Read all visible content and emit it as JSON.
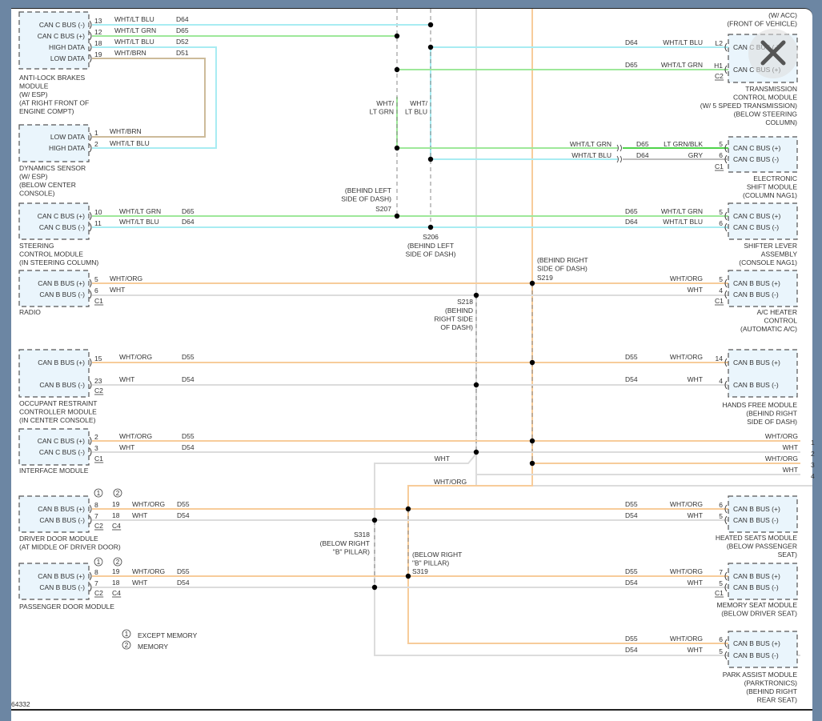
{
  "diagram_id": "64332",
  "legend": [
    {
      "mark": "1",
      "text": "EXCEPT MEMORY"
    },
    {
      "mark": "2",
      "text": "MEMORY"
    }
  ],
  "wire_colors": {
    "WHT/LT BLU": "#a8ecf2",
    "WHT/LT GRN": "#9ee89a",
    "WHT/BRN": "#cdbb9a",
    "WHT/ORG": "#f7cc9a",
    "WHT": "#dcdcdc",
    "LT GRN/BLK": "#4fd34a",
    "GRY": "#bdbdbd"
  },
  "modules_left": [
    {
      "id": "abs",
      "name": [
        "ANTI-LOCK BRAKES",
        "MODULE",
        "(W/ ESP)",
        "(AT RIGHT FRONT OF",
        "ENGINE COMPT)"
      ],
      "pins": [
        {
          "label": "CAN C BUS (-)",
          "pin": "13",
          "wire": "WHT/LT BLU",
          "circuit": "D64"
        },
        {
          "label": "CAN C BUS (+)",
          "pin": "12",
          "wire": "WHT/LT GRN",
          "circuit": "D65"
        },
        {
          "label": "HIGH DATA",
          "pin": "18",
          "wire": "WHT/LT BLU",
          "circuit": "D52"
        },
        {
          "label": "LOW DATA",
          "pin": "19",
          "wire": "WHT/BRN",
          "circuit": "D51"
        }
      ]
    },
    {
      "id": "dyn",
      "name": [
        "DYNAMICS SENSOR",
        "(W/ ESP)",
        "(BELOW CENTER",
        "CONSOLE)"
      ],
      "pins": [
        {
          "label": "LOW DATA",
          "pin": "1",
          "wire": "WHT/BRN",
          "circuit": ""
        },
        {
          "label": "HIGH DATA",
          "pin": "2",
          "wire": "WHT/LT BLU",
          "circuit": ""
        }
      ]
    },
    {
      "id": "scm",
      "name": [
        "STEERING",
        "CONTROL MODULE",
        "(IN STEERING COLUMN)"
      ],
      "pins": [
        {
          "label": "CAN C BUS (+)",
          "pin": "10",
          "wire": "WHT/LT GRN",
          "circuit": "D65"
        },
        {
          "label": "CAN C BUS (-)",
          "pin": "11",
          "wire": "WHT/LT BLU",
          "circuit": "D64"
        }
      ]
    },
    {
      "id": "radio",
      "name": [
        "RADIO"
      ],
      "connector": "C1",
      "pins": [
        {
          "label": "CAN B BUS (+)",
          "pin": "5",
          "wire": "WHT/ORG",
          "circuit": ""
        },
        {
          "label": "CAN B BUS (-)",
          "pin": "6",
          "wire": "WHT",
          "circuit": ""
        }
      ]
    },
    {
      "id": "orc",
      "name": [
        "OCCUPANT RESTRAINT",
        "CONTROLLER MODULE",
        "(IN CENTER CONSOLE)"
      ],
      "connector": "C2",
      "pins": [
        {
          "label": "CAN B BUS (+)",
          "pin": "15",
          "wire": "WHT/ORG",
          "circuit": "D55"
        },
        {
          "label": "CAN B BUS (-)",
          "pin": "23",
          "wire": "WHT",
          "circuit": "D54"
        }
      ]
    },
    {
      "id": "ifm",
      "name": [
        "INTERFACE MODULE"
      ],
      "connector": "C1",
      "pins": [
        {
          "label": "CAN C BUS (+)",
          "pin": "2",
          "wire": "WHT/ORG",
          "circuit": "D55"
        },
        {
          "label": "CAN C BUS (-)",
          "pin": "3",
          "wire": "WHT",
          "circuit": "D54"
        }
      ]
    },
    {
      "id": "ddm",
      "name": [
        "DRIVER DOOR MODULE",
        "(AT MIDDLE OF DRIVER DOOR)"
      ],
      "connector": "C2",
      "connector2": "C4",
      "pins": [
        {
          "label": "CAN B BUS (+)",
          "pin": "8",
          "pin2": "19",
          "wire": "WHT/ORG",
          "circuit": "D55"
        },
        {
          "label": "CAN B BUS (-)",
          "pin": "7",
          "pin2": "18",
          "wire": "WHT",
          "circuit": "D54"
        }
      ]
    },
    {
      "id": "pdm",
      "name": [
        "PASSENGER DOOR MODULE"
      ],
      "connector": "C2",
      "connector2": "C4",
      "pins": [
        {
          "label": "CAN B BUS (+)",
          "pin": "8",
          "pin2": "19",
          "wire": "WHT/ORG",
          "circuit": "D55"
        },
        {
          "label": "CAN B BUS (-)",
          "pin": "7",
          "pin2": "18",
          "wire": "WHT",
          "circuit": "D54"
        }
      ]
    }
  ],
  "modules_right": [
    {
      "id": "tcm",
      "note": [
        "(W/ ACC)",
        "(FRONT OF VEHICLE)"
      ],
      "name": [
        "TRANSMISSION",
        "CONTROL MODULE",
        "(W/ 5 SPEED TRANSMISSION)",
        "(BELOW STEERING",
        "COLUMN)"
      ],
      "connector": "C2",
      "pins": [
        {
          "label": "CAN C BUS (-)",
          "pin": "L2",
          "wire": "WHT/LT BLU",
          "circuit": "D64"
        },
        {
          "label": "CAN C BUS (+)",
          "pin": "H1",
          "wire": "WHT/LT GRN",
          "circuit": "D65"
        }
      ]
    },
    {
      "id": "esm",
      "name": [
        "ELECTRONIC",
        "SHIFT MODULE",
        "(COLUMN NAG1)"
      ],
      "connector": "C1",
      "pins": [
        {
          "label": "CAN C BUS (+)",
          "pin": "5",
          "wire": "LT GRN/BLK",
          "wire_in": "WHT/LT GRN",
          "circuit": "D65"
        },
        {
          "label": "CAN C BUS (-)",
          "pin": "6",
          "wire": "GRY",
          "wire_in": "WHT/LT BLU",
          "circuit": "D64"
        }
      ]
    },
    {
      "id": "sla",
      "name": [
        "SHIFTER LEVER",
        "ASSEMBLY",
        "(CONSOLE NAG1)"
      ],
      "pins": [
        {
          "label": "CAN C BUS (+)",
          "pin": "5",
          "wire": "WHT/LT GRN",
          "circuit": "D65"
        },
        {
          "label": "CAN C BUS (-)",
          "pin": "6",
          "wire": "WHT/LT BLU",
          "circuit": "D64"
        }
      ]
    },
    {
      "id": "hvac",
      "name": [
        "A/C HEATER",
        "CONTROL",
        "(AUTOMATIC A/C)"
      ],
      "connector": "C1",
      "pins": [
        {
          "label": "CAN B BUS (+)",
          "pin": "5",
          "wire": "WHT/ORG",
          "circuit": ""
        },
        {
          "label": "CAN B BUS (-)",
          "pin": "4",
          "wire": "WHT",
          "circuit": ""
        }
      ]
    },
    {
      "id": "hfm",
      "name": [
        "HANDS FREE MODULE",
        "(BEHIND RIGHT",
        "SIDE OF DASH)"
      ],
      "pins": [
        {
          "label": "CAN B BUS (+)",
          "pin": "14",
          "wire": "WHT/ORG",
          "circuit": "D55"
        },
        {
          "label": "CAN B BUS (-)",
          "pin": "4",
          "wire": "WHT",
          "circuit": "D54"
        }
      ]
    },
    {
      "id": "hsm",
      "name": [
        "HEATED SEATS MODULE",
        "(BELOW PASSENGER",
        "SEAT)"
      ],
      "pins": [
        {
          "label": "CAN B BUS (+)",
          "pin": "6",
          "wire": "WHT/ORG",
          "circuit": "D55"
        },
        {
          "label": "CAN B BUS (-)",
          "pin": "5",
          "wire": "WHT",
          "circuit": "D54"
        }
      ]
    },
    {
      "id": "msm",
      "name": [
        "MEMORY SEAT MODULE",
        "(BELOW DRIVER SEAT)"
      ],
      "connector": "C1",
      "pins": [
        {
          "label": "CAN B BUS (+)",
          "pin": "7",
          "wire": "WHT/ORG",
          "circuit": "D55"
        },
        {
          "label": "CAN B BUS (-)",
          "pin": "5",
          "wire": "WHT",
          "circuit": "D54"
        }
      ]
    },
    {
      "id": "pam",
      "name": [
        "PARK ASSIST MODULE",
        "(PARKTRONICS)",
        "(BEHIND RIGHT",
        "REAR SEAT)"
      ],
      "pins": [
        {
          "label": "CAN B BUS (+)",
          "pin": "6",
          "wire": "WHT/ORG",
          "circuit": "D55"
        },
        {
          "label": "CAN B BUS (-)",
          "pin": "5",
          "wire": "WHT",
          "circuit": "D54"
        }
      ]
    }
  ],
  "splices": [
    {
      "id": "S207",
      "location": [
        "(BEHIND LEFT",
        "SIDE OF DASH)"
      ]
    },
    {
      "id": "S206",
      "location": [
        "(BEHIND LEFT",
        "SIDE OF DASH)"
      ]
    },
    {
      "id": "S219",
      "location": [
        "(BEHIND RIGHT",
        "SIDE OF DASH)"
      ]
    },
    {
      "id": "S218",
      "location": [
        "(BEHIND",
        "RIGHT SIDE",
        "OF DASH)"
      ]
    },
    {
      "id": "S318",
      "location": [
        "(BELOW RIGHT",
        "\"B\" PILLAR)"
      ]
    },
    {
      "id": "S319",
      "location": [
        "(BELOW RIGHT",
        "\"B\" PILLAR)"
      ]
    }
  ],
  "trunk_labels": {
    "grn": [
      "WHT/",
      "LT GRN"
    ],
    "blu": [
      "WHT/",
      "LT BLU"
    ],
    "wht_branch": "WHT",
    "org_branch": "WHT/ORG"
  },
  "offpage": [
    {
      "wire": "WHT/ORG",
      "pin": "1"
    },
    {
      "wire": "WHT",
      "pin": "2"
    },
    {
      "wire": "WHT/ORG",
      "pin": "3"
    },
    {
      "wire": "WHT",
      "pin": "4"
    }
  ],
  "close_button": {
    "icon": "close-icon",
    "label": "Close"
  }
}
